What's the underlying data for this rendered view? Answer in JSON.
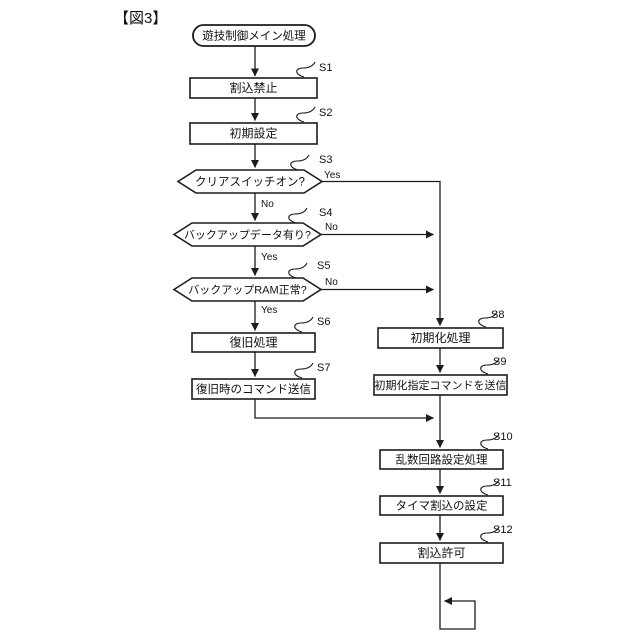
{
  "figure_label": "【図3】",
  "flowchart": {
    "title": "遊技制御メイン処理",
    "colors": {
      "line": "#1c1c1c",
      "fill": "#ffffff",
      "background": "#ffffff"
    },
    "steps": [
      {
        "id": "S1",
        "label": "割込禁止",
        "type": "process"
      },
      {
        "id": "S2",
        "label": "初期設定",
        "type": "process"
      },
      {
        "id": "S3",
        "label": "クリアスイッチオン?",
        "type": "decision",
        "right_label": "Yes",
        "down_label": "No"
      },
      {
        "id": "S4",
        "label": "バックアップデータ有り?",
        "type": "decision",
        "right_label": "No",
        "down_label": "Yes"
      },
      {
        "id": "S5",
        "label": "バックアップRAM正常?",
        "type": "decision",
        "right_label": "No",
        "down_label": "Yes"
      },
      {
        "id": "S6",
        "label": "復旧処理",
        "type": "process"
      },
      {
        "id": "S7",
        "label": "復旧時のコマンド送信",
        "type": "process"
      },
      {
        "id": "S8",
        "label": "初期化処理",
        "type": "process"
      },
      {
        "id": "S9",
        "label": "初期化指定コマンドを送信",
        "type": "process"
      },
      {
        "id": "S10",
        "label": "乱数回路設定処理",
        "type": "process"
      },
      {
        "id": "S11",
        "label": "タイマ割込の設定",
        "type": "process"
      },
      {
        "id": "S12",
        "label": "割込許可",
        "type": "process"
      }
    ]
  }
}
